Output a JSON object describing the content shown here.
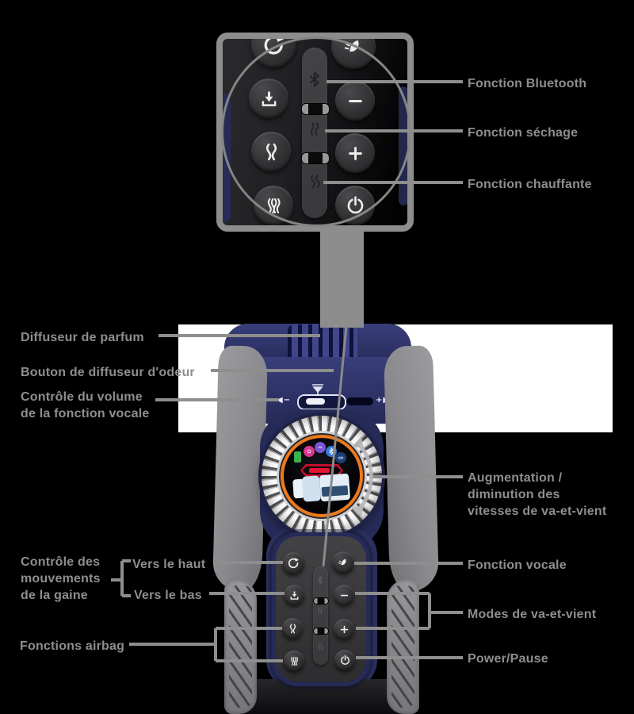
{
  "colors": {
    "background": "#000000",
    "photo_background": "#ffffff",
    "label_gray": "#8e8e8e",
    "line_gray": "#8e8e8e",
    "frame_gray": "#8d8d8d",
    "device_navy": "#2b2f5e",
    "panel_charcoal": "#333335",
    "accent_orange": "#ee7a1a",
    "screen_red": "#d8102f"
  },
  "labels": {
    "bluetooth": "Fonction Bluetooth",
    "sechage": "Fonction séchage",
    "chauffante": "Fonction chauffante",
    "parfum": "Diffuseur de parfum",
    "bouton_odeur": "Bouton de diffuseur d'odeur",
    "volume_1": "Contrôle du volume",
    "volume_2": "de la fonction vocale",
    "gaine_1": "Contrôle des",
    "gaine_2": "mouvements",
    "gaine_3": "de la gaine",
    "vers_haut": "Vers le haut",
    "vers_bas": "Vers le bas",
    "airbag": "Fonctions airbag",
    "aug_1": "Augmentation /",
    "aug_2": "diminution des",
    "aug_3": "vitesses de va-et-vient",
    "vocale": "Fonction vocale",
    "modes": "Modes de va-et-vient",
    "power": "Power/Pause",
    "vol_minus": "◀−",
    "vol_plus": "+▶"
  },
  "magnifier": {
    "buttons": [
      {
        "icon": "rotate-icon"
      },
      {
        "icon": "voice-icon"
      },
      {
        "icon": "download-icon"
      },
      {
        "icon": "minus-icon"
      },
      {
        "icon": "squeeze-icon"
      },
      {
        "icon": "plus-icon"
      },
      {
        "icon": "airbag-icon"
      },
      {
        "icon": "power-icon"
      }
    ],
    "strip_icons": [
      "bluetooth-icon",
      "dry-icon",
      "heat-icon"
    ]
  },
  "control_panel": {
    "buttons": [
      {
        "icon": "rotate-icon"
      },
      {
        "icon": "voice-icon"
      },
      {
        "icon": "download-icon"
      },
      {
        "icon": "minus-icon"
      },
      {
        "icon": "squeeze-icon"
      },
      {
        "icon": "plus-icon"
      },
      {
        "icon": "airbag-icon"
      },
      {
        "icon": "power-icon"
      }
    ],
    "strip_icons": [
      "bluetooth-icon",
      "dry-icon",
      "heat-icon"
    ]
  },
  "screen": {
    "icons": [
      {
        "icon": "battery-icon",
        "color": "#38b24d"
      },
      {
        "icon": "mode-pink-icon",
        "color": "#d83890"
      },
      {
        "icon": "mode-purple-icon",
        "color": "#7a55d4"
      },
      {
        "icon": "bluetooth-icon",
        "color": "#3178d8"
      },
      {
        "icon": "lips-icon",
        "color": "#1c3f77"
      }
    ],
    "speed_bar_color": "#d8102f"
  }
}
